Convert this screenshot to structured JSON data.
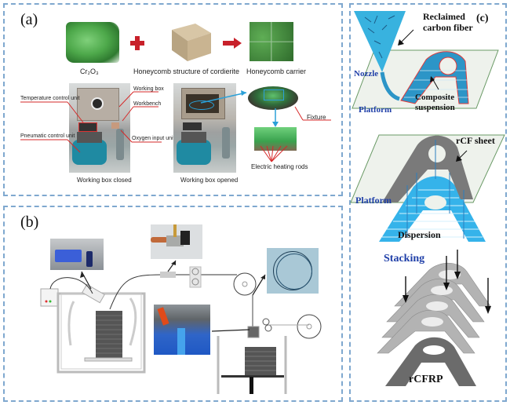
{
  "panels": {
    "a": {
      "label": "(a)",
      "top_row": {
        "items": [
          {
            "caption": "Cr₂O₃"
          },
          {
            "caption": "Honeycomb structure of cordierite"
          },
          {
            "caption": "Honeycomb carrier"
          }
        ]
      },
      "closed_photo": {
        "caption": "Working box closed",
        "callouts": {
          "temperature": "Temperature control unit",
          "pneumatic": "Pneumatic control unit",
          "working_box": "Working box",
          "workbench": "Workbench",
          "oxygen": "Oxygen input unit"
        }
      },
      "opened_photo": {
        "caption": "Working box opened"
      },
      "fixture": {
        "label": "Fixture",
        "rods_label": "Electric heating rods"
      }
    },
    "b": {
      "label": "(b)"
    },
    "c": {
      "label": "(c)",
      "step1": {
        "fiber_label_line1": "Reclaimed",
        "fiber_label_line2": "carbon fiber",
        "nozzle": "Nozzle",
        "platform": "Platform",
        "suspension_line1": "Composite",
        "suspension_line2": "suspension"
      },
      "step2": {
        "sheet_label": "rCF sheet",
        "platform": "Platform",
        "dispersion": "Dispersion"
      },
      "step3": {
        "stacking": "Stacking",
        "product": "rCFRP"
      }
    }
  },
  "colors": {
    "panel_border": "#7fa8cf",
    "callout_red": "#d62828",
    "arrow_blue": "#2aa0d8",
    "label_blue": "#1f3fa8",
    "suspension_blue": "#2c95c7",
    "dispersion_blue": "#35b3ea"
  }
}
